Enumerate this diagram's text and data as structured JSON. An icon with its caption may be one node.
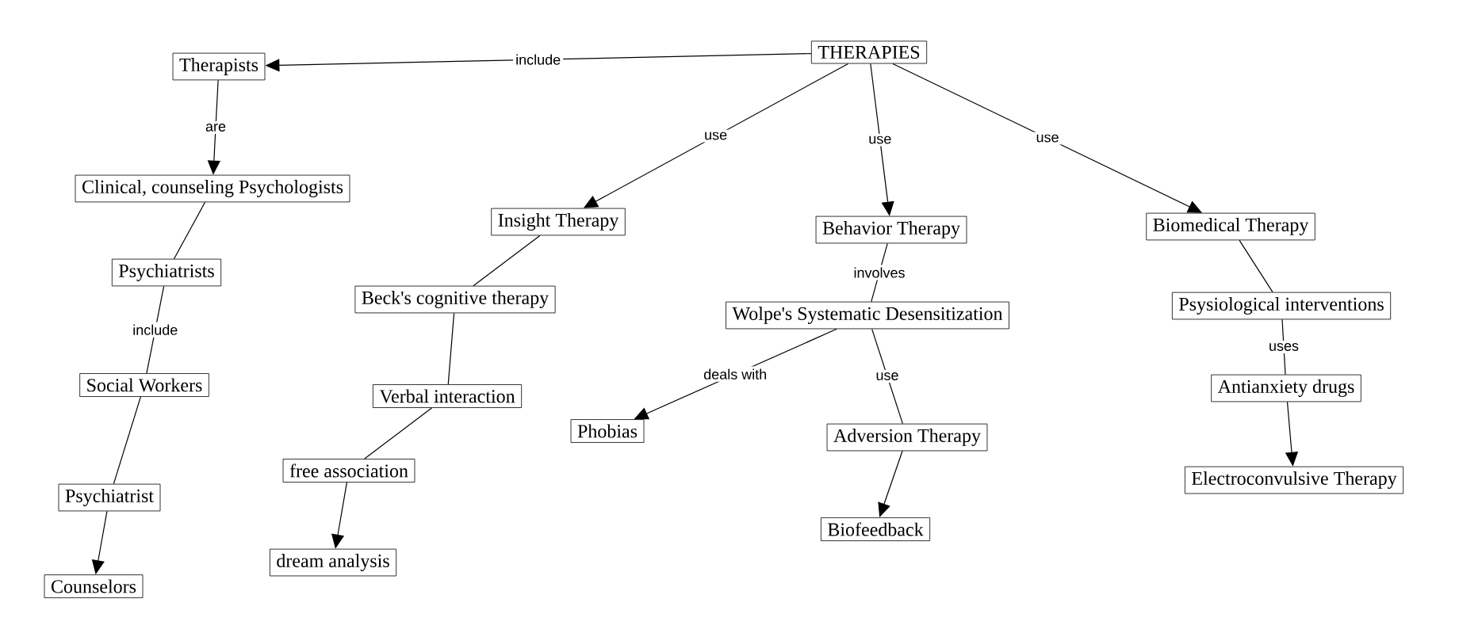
{
  "diagram": {
    "nodes": [
      {
        "text": [
          "THERAPIES"
        ]
      },
      {
        "text": [
          "Therapists"
        ]
      },
      {
        "text": [
          "Clinical, counseling Psychologists"
        ]
      },
      {
        "text": [
          "Psychiatrists"
        ]
      },
      {
        "text": [
          "Social Workers"
        ]
      },
      {
        "text": [
          "Psychiatrist"
        ]
      },
      {
        "text": [
          "Counselors"
        ]
      },
      {
        "text": [
          "Insight Therapy"
        ]
      },
      {
        "text": [
          "Beck's cognitive therapy"
        ]
      },
      {
        "text": [
          "Verbal interaction"
        ]
      },
      {
        "text": [
          "free association"
        ]
      },
      {
        "text": [
          "dream analysis"
        ]
      },
      {
        "text": [
          "Behavior Therapy"
        ]
      },
      {
        "text": [
          "Wolpe's Systematic Desensitization"
        ]
      },
      {
        "text": [
          "Phobias"
        ]
      },
      {
        "text": [
          "Adversion  Therapy"
        ]
      },
      {
        "text": [
          "Biofeedback"
        ]
      },
      {
        "text": [
          "Biomedical Therapy"
        ]
      },
      {
        "text": [
          "Psysiological interventions"
        ]
      },
      {
        "text": [
          "Antianxiety drugs"
        ]
      },
      {
        "text": [
          "Electroconvulsive Therapy"
        ]
      }
    ],
    "edges": [
      {
        "from": 0,
        "to": 1,
        "arrow": "to",
        "label": "include"
      },
      {
        "from": 1,
        "to": 2,
        "arrow": "to",
        "label": "are"
      },
      {
        "from": 2,
        "to": 3,
        "arrow": "none"
      },
      {
        "from": 3,
        "to": 4,
        "arrow": "none",
        "label": "include"
      },
      {
        "from": 4,
        "to": 5,
        "arrow": "none"
      },
      {
        "from": 5,
        "to": 6,
        "arrow": "to"
      },
      {
        "from": 0,
        "to": 7,
        "arrow": "to",
        "label": "use"
      },
      {
        "from": 0,
        "to": 12,
        "arrow": "to",
        "label": "use"
      },
      {
        "from": 0,
        "to": 17,
        "arrow": "to",
        "label": "use"
      },
      {
        "from": 7,
        "to": 8,
        "arrow": "none"
      },
      {
        "from": 8,
        "to": 9,
        "arrow": "none"
      },
      {
        "from": 9,
        "to": 10,
        "arrow": "none"
      },
      {
        "from": 10,
        "to": 11,
        "arrow": "to"
      },
      {
        "from": 12,
        "to": 13,
        "arrow": "none",
        "label": "involves"
      },
      {
        "from": 13,
        "to": 14,
        "arrow": "to",
        "label": "deals with"
      },
      {
        "from": 13,
        "to": 15,
        "arrow": "none",
        "label": "use"
      },
      {
        "from": 15,
        "to": 16,
        "arrow": "to"
      },
      {
        "from": 17,
        "to": 18,
        "arrow": "none"
      },
      {
        "from": 18,
        "to": 19,
        "arrow": "none",
        "label": "uses"
      },
      {
        "from": 19,
        "to": 20,
        "arrow": "to"
      }
    ]
  }
}
